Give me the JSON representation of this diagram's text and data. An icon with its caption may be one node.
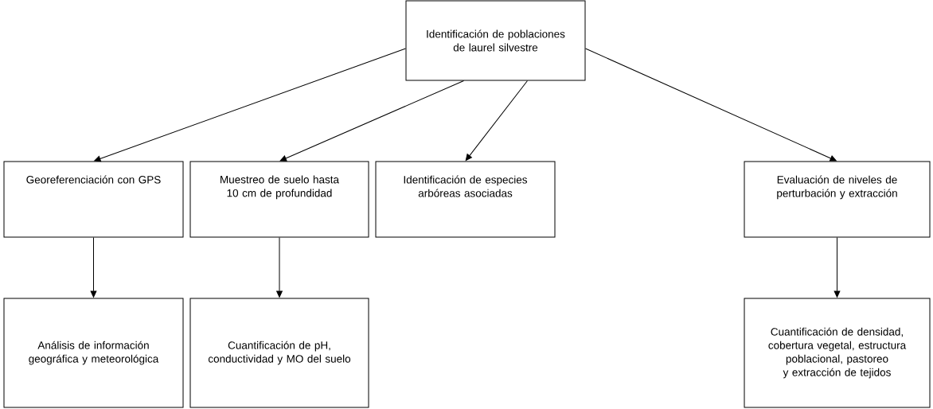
{
  "diagram": {
    "nodes": [
      {
        "text": [
          "Identificación de poblaciones de laurel silvestre"
        ]
      },
      {
        "text": [
          "Georeferenciación con GPS"
        ]
      },
      {
        "text": [
          "Muestreo de suelo hasta 10 cm de profundidad"
        ]
      },
      {
        "text": [
          "Identificación de especies arbóreas asociadas"
        ]
      },
      {
        "text": [
          "Evaluación de niveles de perturbación y extracción"
        ]
      },
      {
        "text": [
          "Análisis de información geográfica y meteorológica"
        ]
      },
      {
        "text": [
          "Cuantificación de pH, conductividad y MO del suelo"
        ]
      },
      {
        "text": [
          "Cuantificación de densidad, cobertura vegetal, estructura poblacional, pastoreo y extracción de tejidos"
        ]
      }
    ],
    "edges": [
      {
        "from": 0,
        "to": 1,
        "arrow": "to"
      },
      {
        "from": 0,
        "to": 2,
        "arrow": "to"
      },
      {
        "from": 0,
        "to": 3,
        "arrow": "to"
      },
      {
        "from": 0,
        "to": 4,
        "arrow": "to"
      },
      {
        "from": 1,
        "to": 5,
        "arrow": "to"
      },
      {
        "from": 2,
        "to": 6,
        "arrow": "to"
      },
      {
        "from": 4,
        "to": 7,
        "arrow": "to"
      }
    ]
  }
}
